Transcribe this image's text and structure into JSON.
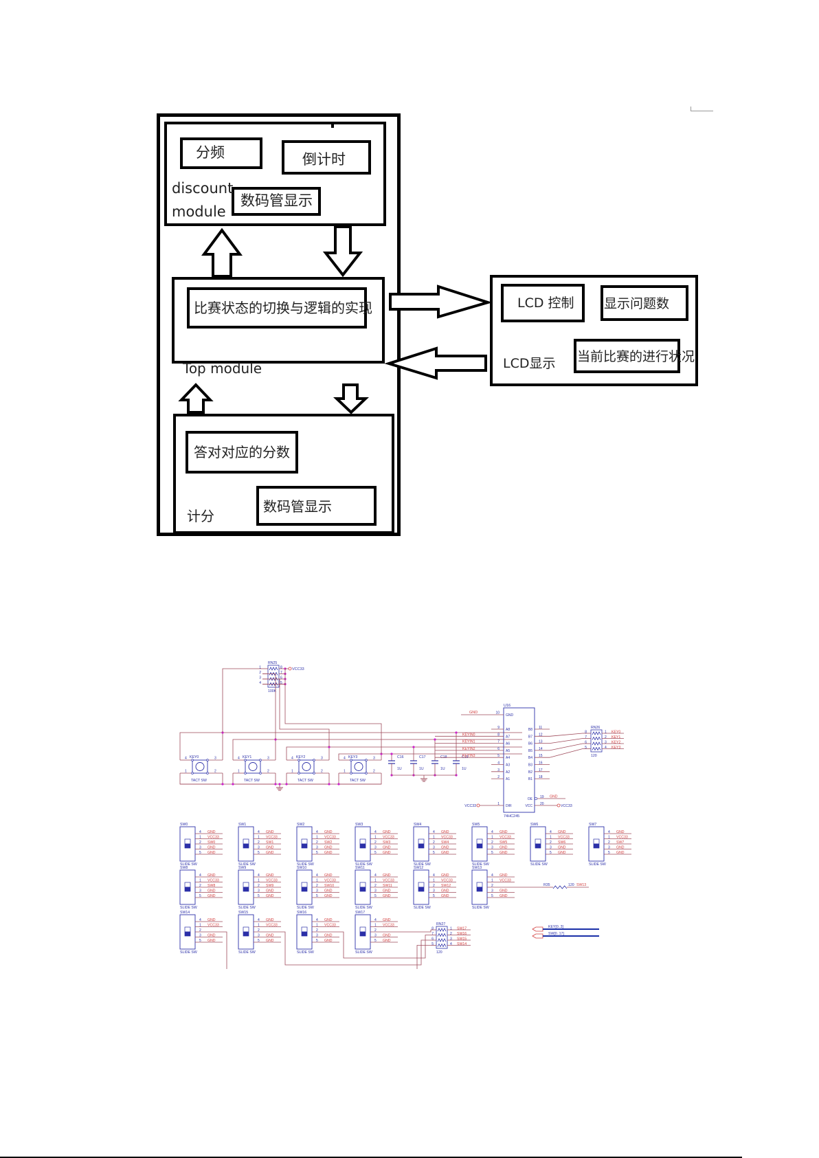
{
  "block_diagram": {
    "discount_module": {
      "label_line1": "discount",
      "label_line2": "module",
      "blocks": [
        "分频",
        "倒计时",
        "数码管显示"
      ]
    },
    "top_module": {
      "label": "Top module",
      "blocks": [
        "比赛状态的切换与逻辑的实现"
      ]
    },
    "score_module": {
      "label": "计分",
      "blocks": [
        "答对对应的分数",
        "数码管显示"
      ]
    },
    "lcd_module": {
      "label": "LCD显示",
      "blocks": [
        "LCD 控制",
        "显示问题数",
        "当前比赛的进行状况"
      ]
    }
  },
  "schematic": {
    "colors": {
      "wire": "#9e4a5a",
      "net": "#d23c3c",
      "part": "#2b2fa8",
      "junction": "#cc22cc",
      "bus": "#1a2fa8"
    },
    "rn25": {
      "ref": "RN25",
      "value": "100K",
      "pins_left": [
        "1",
        "2",
        "3",
        "4"
      ],
      "pins_right": [
        "8",
        "7",
        "6",
        "5"
      ],
      "power": "VCC33"
    },
    "keys": [
      {
        "ref": "KEY0",
        "type": "TACT SW",
        "pins": [
          "4",
          "3",
          "1",
          "2"
        ]
      },
      {
        "ref": "KEY1",
        "type": "TACT SW",
        "pins": [
          "4",
          "3",
          "1",
          "2"
        ]
      },
      {
        "ref": "KEY2",
        "type": "TACT SW",
        "pins": [
          "4",
          "3",
          "1",
          "2"
        ]
      },
      {
        "ref": "KEY3",
        "type": "TACT SW",
        "pins": [
          "4",
          "3",
          "1",
          "2"
        ]
      }
    ],
    "caps": [
      {
        "ref": "C16",
        "value": "1U"
      },
      {
        "ref": "C17",
        "value": "1U"
      },
      {
        "ref": "C18",
        "value": "1U"
      },
      {
        "ref": "C19",
        "value": "1U"
      }
    ],
    "u16": {
      "ref": "U16",
      "part": "74HC245",
      "gnd_net": "GND",
      "gnd_pin": "10",
      "gnd_name": "GND",
      "a_pins": [
        {
          "num": "9",
          "name": "A8",
          "net": ""
        },
        {
          "num": "8",
          "name": "A7",
          "net": "KEYIN0"
        },
        {
          "num": "7",
          "name": "A6",
          "net": "KEYIN1"
        },
        {
          "num": "6",
          "name": "A5",
          "net": "KEYIN2"
        },
        {
          "num": "5",
          "name": "A4",
          "net": "KEYIN3"
        },
        {
          "num": "4",
          "name": "A3",
          "net": ""
        },
        {
          "num": "3",
          "name": "A2",
          "net": ""
        },
        {
          "num": "2",
          "name": "A1",
          "net": ""
        }
      ],
      "b_pins": [
        {
          "num": "11",
          "name": "B8"
        },
        {
          "num": "12",
          "name": "B7"
        },
        {
          "num": "13",
          "name": "B6"
        },
        {
          "num": "14",
          "name": "B5"
        },
        {
          "num": "15",
          "name": "B4"
        },
        {
          "num": "16",
          "name": "B3"
        },
        {
          "num": "17",
          "name": "B2"
        },
        {
          "num": "18",
          "name": "B1"
        }
      ],
      "dir": {
        "num": "1",
        "name": "DIR",
        "net": "VCC33"
      },
      "oe": {
        "num": "19",
        "name": "OE",
        "net": "GND"
      },
      "vcc": {
        "num": "20",
        "name": "VCC",
        "net": "VCC33"
      }
    },
    "rn26": {
      "ref": "RN26",
      "value": "120",
      "pins_left": [
        "8",
        "7",
        "6",
        "5"
      ],
      "pins_right": [
        "1",
        "2",
        "3",
        "4"
      ],
      "nets": [
        "KEY0",
        "KEY1",
        "KEY2",
        "KEY3"
      ]
    },
    "slide_type": "SLIDE SW",
    "slide_pins": [
      "4",
      "1",
      "2",
      "3",
      "5"
    ],
    "switches": [
      {
        "ref": "SW0",
        "nets": [
          "GND",
          "VCC33",
          "SW0",
          "GND",
          "GND"
        ]
      },
      {
        "ref": "SW1",
        "nets": [
          "GND",
          "VCC33",
          "SW1",
          "GND",
          "GND"
        ]
      },
      {
        "ref": "SW2",
        "nets": [
          "GND",
          "VCC33",
          "SW2",
          "GND",
          "GND"
        ]
      },
      {
        "ref": "SW3",
        "nets": [
          "GND",
          "VCC33",
          "SW3",
          "GND",
          "GND"
        ]
      },
      {
        "ref": "SW4",
        "nets": [
          "GND",
          "VCC33",
          "SW4",
          "GND",
          "GND"
        ]
      },
      {
        "ref": "SW5",
        "nets": [
          "GND",
          "VCC33",
          "SW5",
          "GND",
          "GND"
        ]
      },
      {
        "ref": "SW6",
        "nets": [
          "GND",
          "VCC33",
          "SW6",
          "GND",
          "GND"
        ]
      },
      {
        "ref": "SW7",
        "nets": [
          "GND",
          "VCC33",
          "SW7",
          "GND",
          "GND"
        ]
      },
      {
        "ref": "SW8",
        "nets": [
          "GND",
          "VCC33",
          "SW8",
          "GND",
          "GND"
        ]
      },
      {
        "ref": "SW9",
        "nets": [
          "GND",
          "VCC33",
          "SW9",
          "GND",
          "GND"
        ]
      },
      {
        "ref": "SW10",
        "nets": [
          "GND",
          "VCC33",
          "SW10",
          "GND",
          "GND"
        ]
      },
      {
        "ref": "SW11",
        "nets": [
          "GND",
          "VCC33",
          "SW11",
          "GND",
          "GND"
        ]
      },
      {
        "ref": "SW12",
        "nets": [
          "GND",
          "VCC33",
          "SW12",
          "GND",
          "GND"
        ]
      },
      {
        "ref": "SW13",
        "nets": [
          "GND",
          "VCC33",
          "",
          "GND",
          "GND"
        ]
      },
      {
        "ref": "SW14",
        "nets": [
          "GND",
          "VCC33",
          "",
          "GND",
          "GND"
        ]
      },
      {
        "ref": "SW15",
        "nets": [
          "GND",
          "VCC33",
          "",
          "GND",
          "GND"
        ]
      },
      {
        "ref": "SW16",
        "nets": [
          "GND",
          "VCC33",
          "",
          "GND",
          "GND"
        ]
      },
      {
        "ref": "SW17",
        "nets": [
          "GND",
          "VCC33",
          "",
          "GND",
          "GND"
        ]
      }
    ],
    "r35": {
      "ref": "R35",
      "value": "120",
      "net": "SW13"
    },
    "rn27": {
      "ref": "RN27",
      "value": "120",
      "pins_left": [
        "8",
        "7",
        "6",
        "5"
      ],
      "pins_right": [
        "1",
        "2",
        "3",
        "4"
      ],
      "nets": [
        "SW17",
        "SW16",
        "SW15",
        "SW14"
      ]
    },
    "ports": [
      {
        "name": "KEY[0..3]"
      },
      {
        "name": "SW[0..17]"
      }
    ]
  }
}
